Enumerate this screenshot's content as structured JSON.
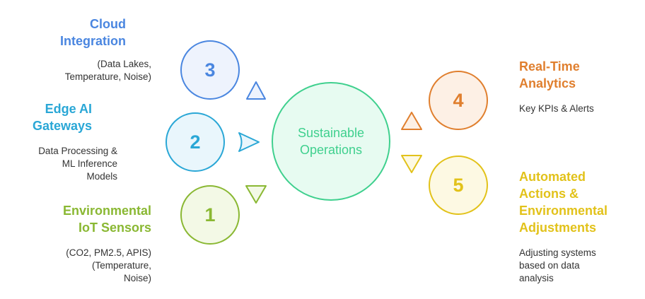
{
  "center": {
    "line1": "Sustainable",
    "line2": "Operations"
  },
  "nodes": {
    "n3": {
      "number": "3",
      "title_line1": "Cloud",
      "title_line2": "Integration",
      "desc_line1": "(Data Lakes,",
      "desc_line2": "Temperature, Noise)"
    },
    "n2": {
      "number": "2",
      "title_line1": "Edge AI",
      "title_line2": "Gateways",
      "desc_line1": "Data Processing &",
      "desc_line2": "ML Inference",
      "desc_line3": "Models"
    },
    "n1": {
      "number": "1",
      "title_line1": "Environmental",
      "title_line2": "IoT Sensors",
      "desc_line1": "(CO2, PM2.5, APIS)",
      "desc_line2": "(Temperature,",
      "desc_line3": "Noise)"
    },
    "n4": {
      "number": "4",
      "title_line1": "Real-Time",
      "title_line2": "Analytics",
      "desc_line1": "Key KPIs & Alerts"
    },
    "n5": {
      "number": "5",
      "title_line1": "Automated",
      "title_line2": "Actions &",
      "title_line3": "Environmental",
      "title_line4": "Adjustments",
      "desc_line1": "Adjusting systems",
      "desc_line2": "based on data",
      "desc_line3": "analysis"
    }
  },
  "colors": {
    "blue": "#4a86e0",
    "cyan": "#2aa7d6",
    "green": "#8ab833",
    "orange": "#e07f2e",
    "yellow": "#e2c21a",
    "center": "#3fd08e"
  }
}
